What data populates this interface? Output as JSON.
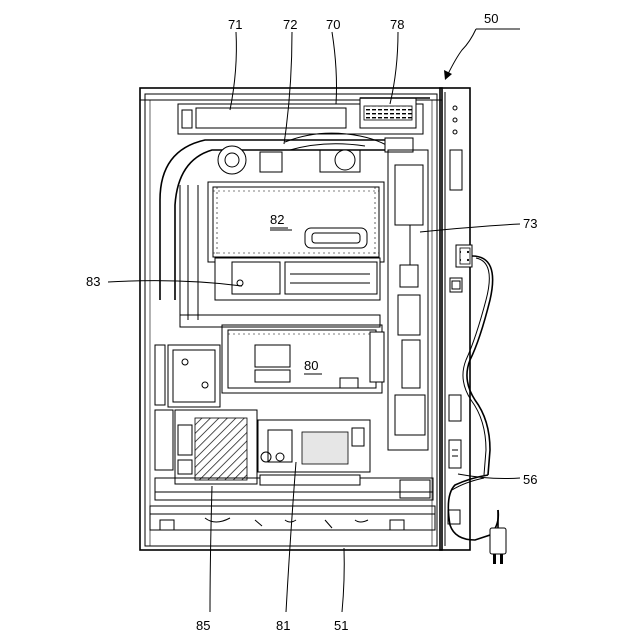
{
  "labels": {
    "l50": "50",
    "l71": "71",
    "l72": "72",
    "l70": "70",
    "l78": "78",
    "l73": "73",
    "l82": "82",
    "l83": "83",
    "l80": "80",
    "l56": "56",
    "l85": "85",
    "l81": "81",
    "l51": "51"
  }
}
